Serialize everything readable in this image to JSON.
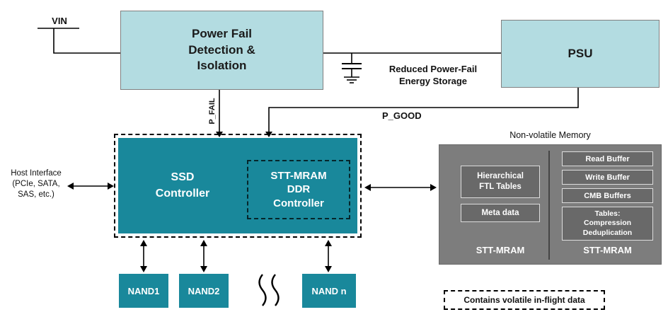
{
  "colors": {
    "light_cyan": "#b3dce1",
    "teal": "#19889b",
    "gray_panel": "#7d7d7d",
    "inner_gray": "#696969",
    "wire": "#000000"
  },
  "labels": {
    "vin": "VIN",
    "power_fail": "Power Fail\nDetection &\nIsolation",
    "psu": "PSU",
    "energy_storage": "Reduced Power-Fail\nEnergy Storage",
    "p_fail": "P_FAIL",
    "p_good": "P_GOOD",
    "host_interface": "Host Interface\n(PCIe, SATA,\nSAS, etc.)",
    "ssd_controller": "SSD\nController",
    "stt_mram_ddr": "STT-MRAM\nDDR\nController",
    "nvm_title": "Non-volatile Memory",
    "ftl_tables": "Hierarchical\nFTL Tables",
    "meta_data": "Meta data",
    "stt_mram_left": "STT-MRAM",
    "read_buffer": "Read Buffer",
    "write_buffer": "Write Buffer",
    "cmb_buffers": "CMB Buffers",
    "tables_compression": "Tables:\nCompression\nDeduplication",
    "stt_mram_right": "STT-MRAM",
    "nand1": "NAND1",
    "nand2": "NAND2",
    "nand_n": "NAND n",
    "legend": "Contains volatile in-flight data"
  }
}
